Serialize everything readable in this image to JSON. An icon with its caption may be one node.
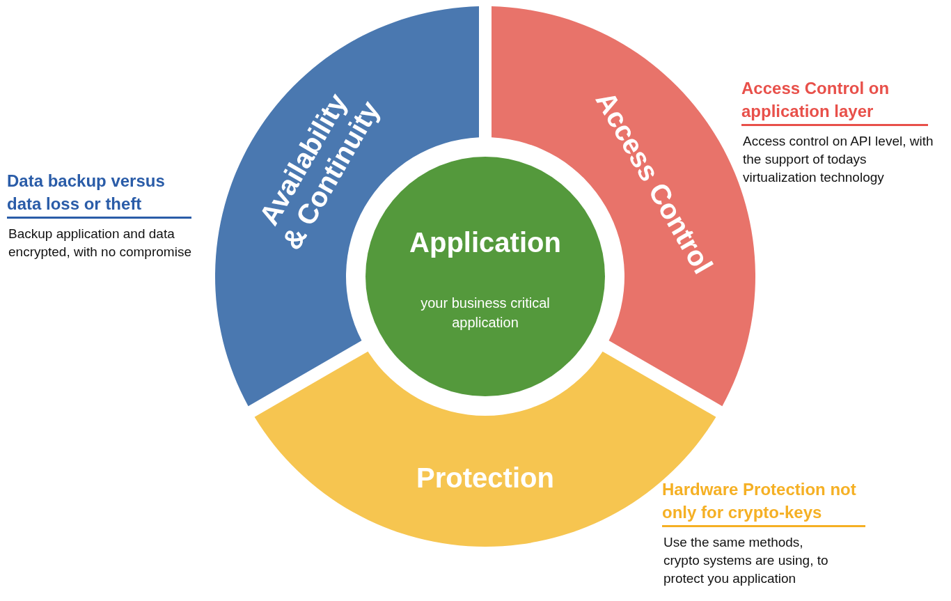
{
  "diagram": {
    "nodes": [
      {
        "text": [
          "Availability & Continuity"
        ],
        "beside": [
          "Data backup versus data loss or theft",
          "Backup application and data encrypted, with no compromise"
        ]
      },
      {
        "text": [
          "Access Control"
        ],
        "beside": [
          "Access Control on application layer",
          "Access control on API level, with the support of todays virtualization technology"
        ]
      },
      {
        "text": [
          "Protection"
        ],
        "beside": [
          "Hardware Protection not only for crypto-keys",
          "Use the same methods, crypto systems are using,  to protect you application"
        ]
      },
      {
        "text": [
          "Application",
          "your business critical application"
        ]
      }
    ]
  }
}
